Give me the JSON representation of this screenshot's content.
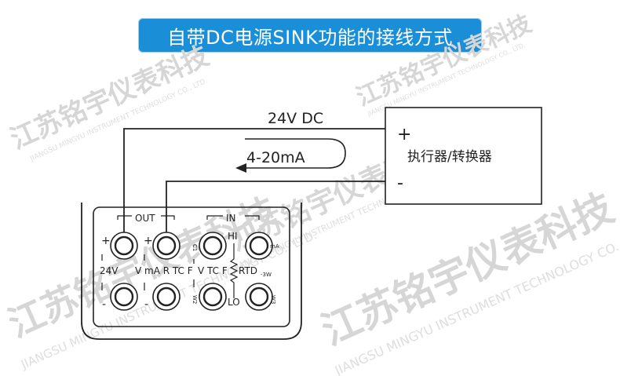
{
  "title": "自带DC电源SINK功能的接线方式",
  "supply_label": "24V DC",
  "current_label": "4-20mA",
  "device": {
    "plus": "+",
    "name": "执行器/转换器",
    "minus": "-"
  },
  "calibrator": {
    "out_label": "OUT",
    "in_label": "IN",
    "plus_left": "+",
    "plus_right": "+",
    "minus_left": "-",
    "minus_right": "-",
    "v24": "24V",
    "out_func": "V mA R TC F",
    "in_func": "V TC F",
    "rtd": "RTD",
    "rtd_sub": "-3W",
    "hi": "HI",
    "lo": "LO",
    "tag_c1": "C1",
    "tag_ma": "mA",
    "tag_w2": "W2",
    "tag_w3": "W3"
  },
  "watermark": {
    "cn": "江苏铭宇仪表科技",
    "en": "JIANGSU MINGYU INSTRUMENT TECHNOLOGY CO., LTD."
  }
}
